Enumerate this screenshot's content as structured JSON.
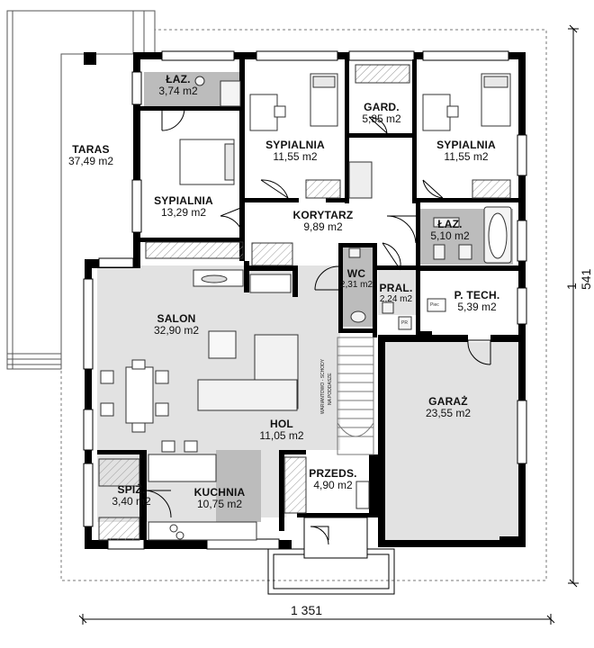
{
  "rooms": {
    "taras": {
      "name": "TARAS",
      "area": "37,49 m2"
    },
    "laz1": {
      "name": "ŁAZ.",
      "area": "3,74 m2"
    },
    "syp1": {
      "name": "SYPIALNIA",
      "area": "11,55 m2"
    },
    "gard": {
      "name": "GARD.",
      "area": "5,85 m2"
    },
    "syp2": {
      "name": "SYPIALNIA",
      "area": "11,55 m2"
    },
    "syp3": {
      "name": "SYPIALNIA",
      "area": "13,29 m2"
    },
    "korytarz": {
      "name": "KORYTARZ",
      "area": "9,89 m2"
    },
    "laz2": {
      "name": "ŁAZ.",
      "area": "5,10 m2"
    },
    "wc": {
      "name": "WC",
      "area": "2,31 m2"
    },
    "pral": {
      "name": "PRAL.",
      "area": "2,24 m2"
    },
    "ptech": {
      "name": "P. TECH.",
      "area": "5,39 m2"
    },
    "salon": {
      "name": "SALON",
      "area": "32,90 m2"
    },
    "hol": {
      "name": "HOL",
      "area": "11,05 m2"
    },
    "garaz": {
      "name": "GARAŻ",
      "area": "23,55 m2"
    },
    "przeds": {
      "name": "PRZEDS.",
      "area": "4,90 m2"
    },
    "spiz": {
      "name": "SPIŻ.",
      "area": "3,40 m2"
    },
    "kuchnia": {
      "name": "KUCHNIA",
      "area": "10,75 m2"
    }
  },
  "dimensions": {
    "width": "1 351",
    "height": "1 541"
  },
  "annotations": {
    "stairs_line1": "WARIANTOWO - SCHODY",
    "stairs_line2": "NA PODDASZE",
    "piec": "Piec",
    "pr": "PR"
  },
  "colors": {
    "wall": "#000000",
    "floor_gray": "#e2e2e2",
    "bath_gray": "#bcbcbc",
    "fixture": "#cfcfcf",
    "hatch": "#888888"
  }
}
